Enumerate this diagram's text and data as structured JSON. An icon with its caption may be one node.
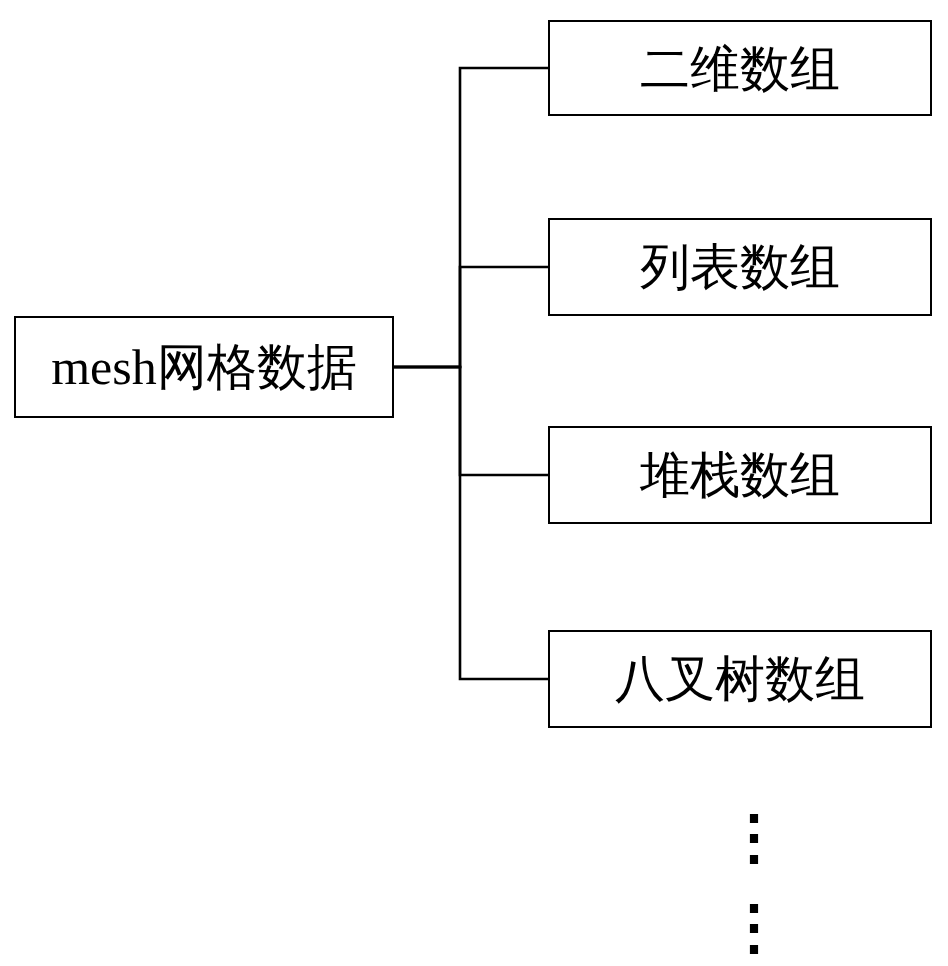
{
  "diagram": {
    "nodes": [
      {
        "text": [
          "mesh网格数据"
        ]
      },
      {
        "text": [
          "二维数组"
        ]
      },
      {
        "text": [
          "列表数组"
        ]
      },
      {
        "text": [
          "堆栈数组"
        ]
      },
      {
        "text": [
          "八叉树数组"
        ]
      }
    ],
    "edges": [
      {
        "from": 0,
        "to": 1,
        "arrow": "none"
      },
      {
        "from": 0,
        "to": 2,
        "arrow": "none"
      },
      {
        "from": 0,
        "to": 3,
        "arrow": "none"
      },
      {
        "from": 0,
        "to": 4,
        "arrow": "none"
      }
    ],
    "labels": [
      "⋮",
      "⋮"
    ]
  }
}
